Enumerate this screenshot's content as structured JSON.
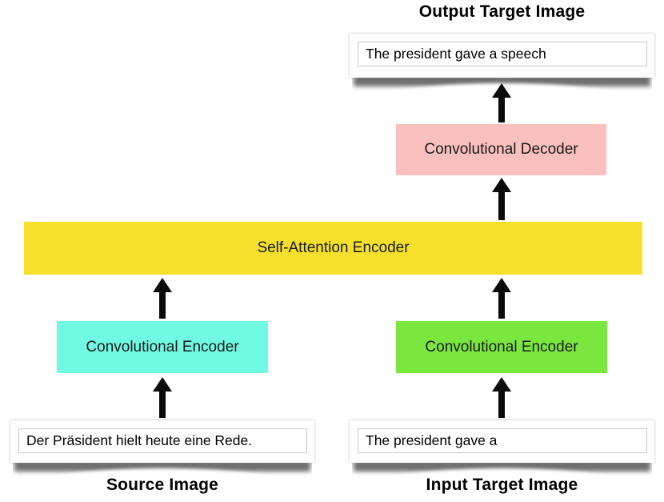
{
  "diagram": {
    "output_section": {
      "title": "Output Target Image",
      "card_text": "The president gave a speech"
    },
    "blocks": {
      "conv_decoder": {
        "label": "Convolutional Decoder",
        "color": "#FAC0BE"
      },
      "self_attention_encoder": {
        "label": "Self-Attention Encoder",
        "color": "#F7E02C"
      },
      "conv_encoder_source": {
        "label": "Convolutional Encoder",
        "color": "#70FAE3"
      },
      "conv_encoder_target": {
        "label": "Convolutional Encoder",
        "color": "#7AE73F"
      }
    },
    "source_section": {
      "label": "Source Image",
      "card_text": "Der Präsident hielt heute eine Rede."
    },
    "input_target_section": {
      "label": "Input Target Image",
      "card_text": "The president gave a"
    },
    "arrow_color": "#0b0b0b"
  }
}
